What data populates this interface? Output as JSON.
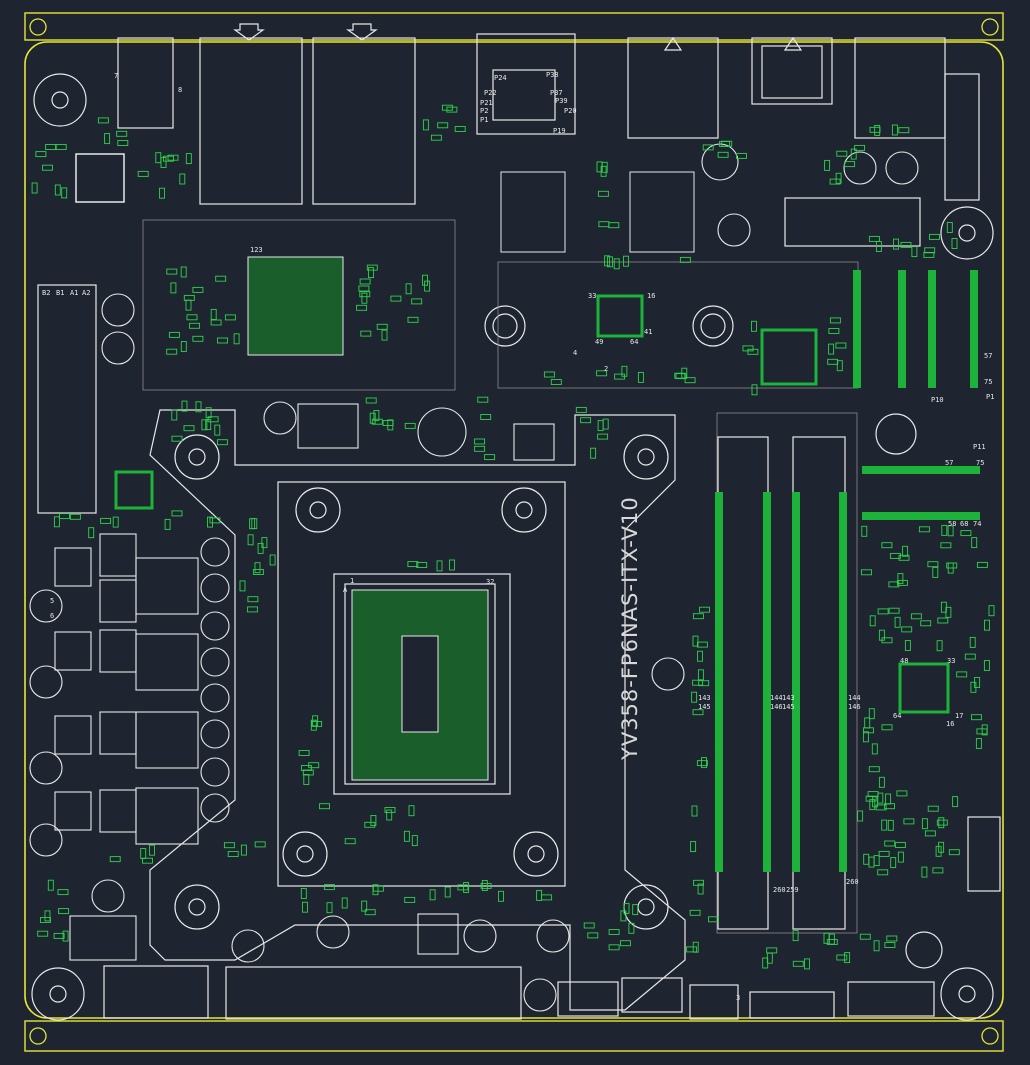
{
  "board": {
    "silkscreen_title": "YV358-FP6NAS-ITX-V10",
    "colors": {
      "background": "#1e2530",
      "outline": "#e6e635",
      "silk": "#e8e8e8",
      "copper": "#1db33a",
      "drill": "#c879a8"
    }
  },
  "labels": {
    "p24": "P24",
    "p38": "P38",
    "p22": "P22",
    "p37": "P37",
    "p21": "P21",
    "p39": "P39",
    "p2": "P2",
    "p20": "P20",
    "p1": "P1",
    "p19": "P19",
    "pin33a": "33",
    "pin16a": "16",
    "pin41": "41",
    "pin49": "49",
    "pin64": "64",
    "pin4": "4",
    "pin2": "2",
    "pin57a": "57",
    "pin75a": "75",
    "pin57b": "57",
    "pin75b": "75",
    "pin58": "58",
    "pin68": "68",
    "pin74": "74",
    "pin48": "48",
    "pin33b": "33",
    "pin64b": "64",
    "pin17": "17",
    "pin16b": "16",
    "pin143a": "143",
    "pin145a": "145",
    "pin144a": "144",
    "pin146a": "146",
    "pin143b": "143",
    "pin145b": "145",
    "pin144b": "144",
    "pin146b": "146",
    "pin260a": "260",
    "pin259": "259",
    "pin260b": "260",
    "b2": "B2",
    "b1": "B1",
    "a1": "A1",
    "a2": "A2",
    "pin123": "123",
    "pin1": "1",
    "pin32": "32",
    "pinA": "A",
    "p10": "P10",
    "p11": "P11",
    "p1b": "P1",
    "pin5": "5",
    "pin6": "6",
    "pin8": "8",
    "pin3": "3",
    "pin7": "7"
  }
}
